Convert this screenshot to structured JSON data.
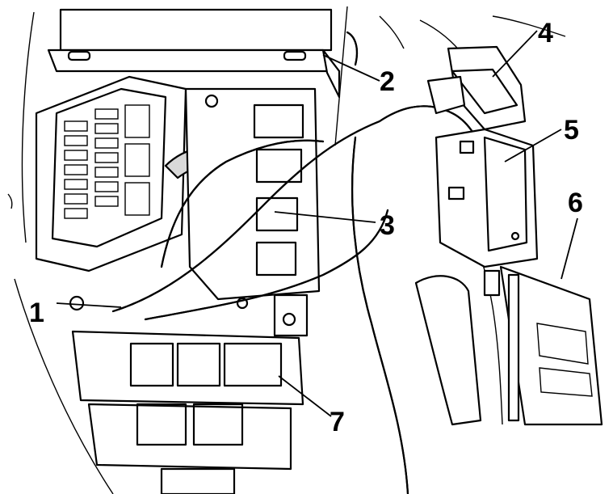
{
  "diagram": {
    "colors": {
      "line": "#000000",
      "fill": "#ffffff",
      "shade": "#d9d9d9"
    },
    "callouts": [
      {
        "id": "c1",
        "label": "1"
      },
      {
        "id": "c2",
        "label": "2"
      },
      {
        "id": "c3",
        "label": "3"
      },
      {
        "id": "c4",
        "label": "4"
      },
      {
        "id": "c5",
        "label": "5"
      },
      {
        "id": "c6",
        "label": "6"
      },
      {
        "id": "c7",
        "label": "7"
      }
    ]
  }
}
